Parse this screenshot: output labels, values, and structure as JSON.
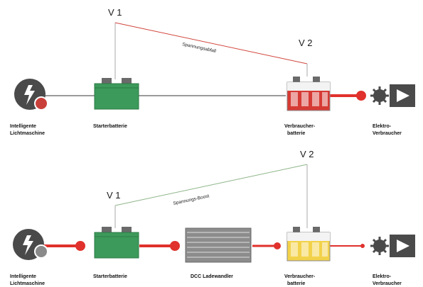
{
  "colors": {
    "red": "#e0312c",
    "green": "#3c9a5a",
    "gray_line": "#9a9a9a",
    "dark_gray": "#4a4a4a",
    "battery_red_fill": "#d63a34",
    "battery_yellow_fill": "#f2d24a",
    "drop_line": "#d1463c",
    "boost_line": "#8fb58a"
  },
  "top": {
    "v1_label": "V 1",
    "v2_label": "V 2",
    "line_label": "Spannungsabfall",
    "alternator_label_1": "Intelligente",
    "alternator_label_2": "Lichtmaschine",
    "starter_label": "Starterbatterie",
    "consumer_battery_label_1": "Verbraucher-",
    "consumer_battery_label_2": "batterie",
    "consumers_label_1": "Elektro-",
    "consumers_label_2": "Verbraucher"
  },
  "bottom": {
    "v1_label": "V 1",
    "v2_label": "V 2",
    "line_label": "Spannungs-Boost",
    "alternator_label_1": "Intelligente",
    "alternator_label_2": "Lichtmaschine",
    "starter_label": "Starterbatterie",
    "dcc_label": "DCC Ladewandler",
    "consumer_battery_label_1": "Verbraucher-",
    "consumer_battery_label_2": "batterie",
    "consumers_label_1": "Elektro-",
    "consumers_label_2": "Verbraucher"
  }
}
